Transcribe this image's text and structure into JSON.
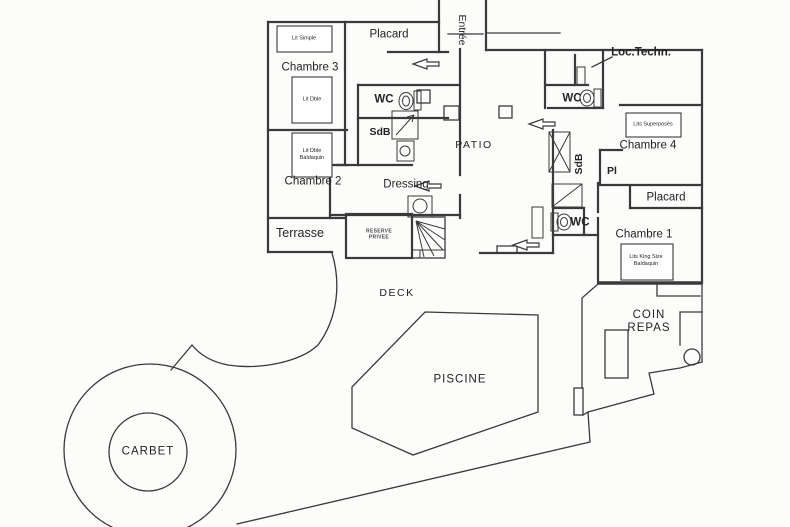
{
  "labels": {
    "chambre3": "Chambre 3",
    "chambre2": "Chambre 2",
    "chambre4": "Chambre 4",
    "chambre1": "Chambre 1",
    "placard_top": "Placard",
    "placard_right": "Placard",
    "pl": "Pl",
    "entree": "Entrée",
    "loc_techn": "Loc.Techn.",
    "wc_left": "WC",
    "wc_top_right": "WC",
    "wc_bottom_right": "WC",
    "sdb_left": "SdB",
    "sdb_right": "SdB",
    "dressing": "Dressing",
    "patio": "PATIO",
    "terrasse": "Terrasse",
    "deck": "DECK",
    "piscine": "PISCINE",
    "carbet": "CARBET",
    "coin_repas": "COIN\nREPAS",
    "reserve_privee": "RESERVE\nPRIVEE"
  },
  "furniture": {
    "lit_simple": "Lit Simple",
    "lit_dble": "Lit Dble",
    "lit_dble_baldaquin": "Lit Dble\nBaldaquin",
    "lits_superposes": "Lits Superposés",
    "lits_king_size": "Lits King Size\nBaldaquin"
  },
  "colors": {
    "line": "#3a3a3a",
    "paper": "#fcfcfb",
    "text": "#242424"
  }
}
